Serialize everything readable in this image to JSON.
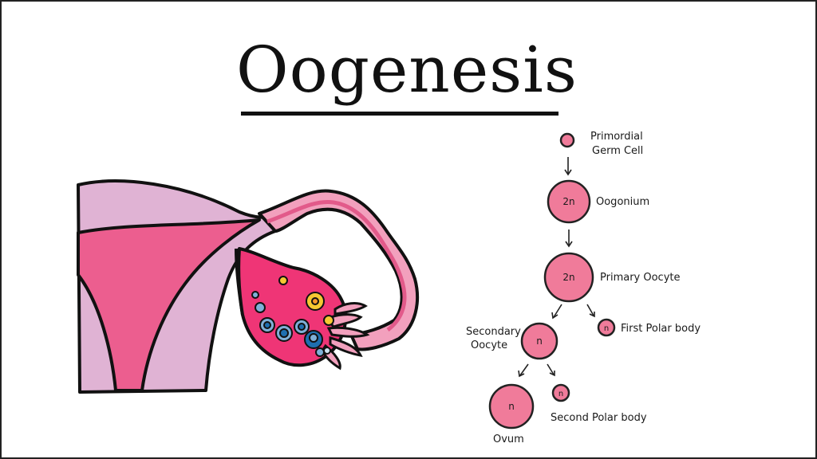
{
  "title": "Oogenesis",
  "colors": {
    "cell_fill": "#f07b9a",
    "uterus_outer": "#e0b3d4",
    "uterus_inner": "#ec5e8f",
    "tube": "#f2a0bd",
    "ovary": "#ef3576",
    "follicle": "#1e6fb0",
    "corpus": "#f5c832",
    "outline": "#111111"
  },
  "cells": {
    "primordial": {
      "label_line1": "Primordial",
      "label_line2": "Germ Cell",
      "ploidy": ""
    },
    "oogonium": {
      "label": "Oogonium",
      "ploidy": "2n"
    },
    "primary_oocyte": {
      "label": "Primary Oocyte",
      "ploidy": "2n"
    },
    "secondary_oocyte": {
      "label_line1": "Secondary",
      "label_line2": "Oocyte",
      "ploidy": "n"
    },
    "first_polar_body": {
      "label": "First Polar body",
      "ploidy": "n"
    },
    "ovum": {
      "label": "Ovum",
      "ploidy": "n"
    },
    "second_polar_body": {
      "label": "Second Polar body",
      "ploidy": "n"
    }
  },
  "illustration": {
    "name": "uterus-and-ovary",
    "icon": "female-reproductive-system-icon"
  }
}
